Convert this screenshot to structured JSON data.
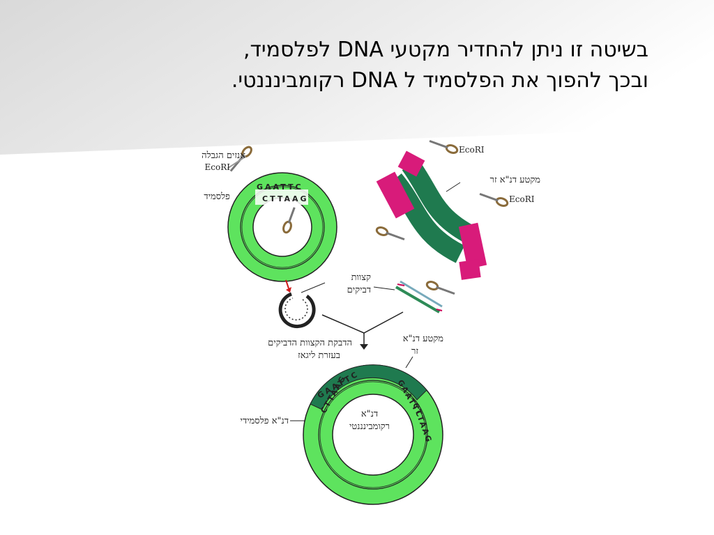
{
  "title": {
    "line1": "בשיטה זו ניתן להחדיר מקטעי DNA לפלסמיד,",
    "line2": "ובכך להפוך את הפלסמיד ל DNA רקומבינננטי."
  },
  "labels": {
    "enzyme_name": "אנזים הגבלה",
    "enzyme_code": "EcoRI",
    "plasmid": "פלסמיד",
    "ecori_top": "EcoRI",
    "ecori_mid": "EcoRI",
    "foreign_segment": "מקטע דנ\"א זר",
    "sticky_line1": "קצוות",
    "sticky_line2": "דביקים",
    "ligation_line1": "הדבקת הקצוות הדביקים",
    "ligation_line2": "בעזרת ליגאז",
    "foreign_line1": "מקטע דנ\"א",
    "foreign_line2": "זר",
    "plasmid_dna": "דנ\"א פלסמידי",
    "recombinant_line1": "דנ\"א",
    "recombinant_line2": "רקומבינננטי"
  },
  "sequences": {
    "top_outer": "GAATTC",
    "top_inner": "CTTAAG"
  },
  "colors": {
    "plasmid_green": "#5ee35e",
    "dark_green": "#2e8b57",
    "insert_green": "#1f7a4f",
    "magenta": "#d81b7a",
    "arrow_red": "#d11a1a"
  }
}
